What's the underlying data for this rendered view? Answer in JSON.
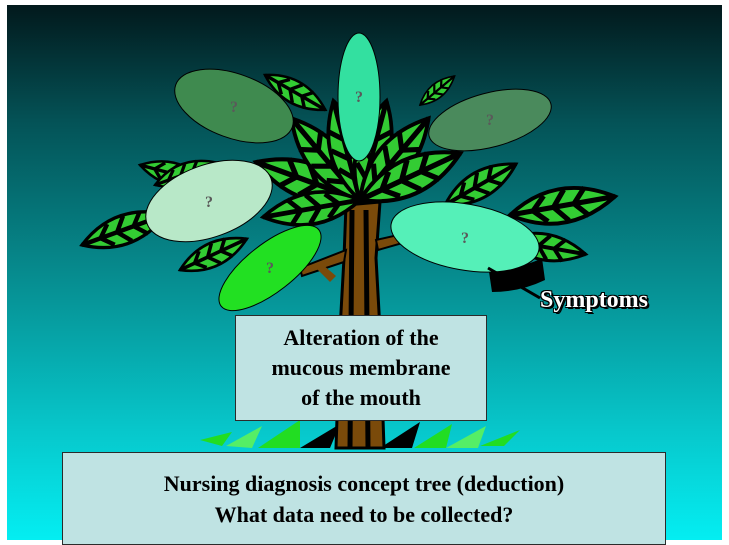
{
  "leaf_labels": {
    "top_left": "?",
    "top_center": "?",
    "top_right": "?",
    "mid_left": "?",
    "lower_left": "?",
    "right": "?"
  },
  "symptoms_label": "Symptoms",
  "center_box": {
    "line1": "Alteration of the",
    "line2": "mucous membrane",
    "line3": "of the mouth"
  },
  "bottom_box": {
    "line1": "Nursing diagnosis concept tree (deduction)",
    "line2": "What data need to be collected?"
  },
  "colors": {
    "leaf_green": "#33cc33",
    "leaf_vein": "#000000",
    "trunk": "#7a4a0a",
    "oval_dark": "#3f8a4f",
    "oval_mint": "#33e0a0",
    "oval_pale": "#b8e8c8",
    "oval_bright": "#22e022",
    "oval_aqua": "#55f0b8"
  }
}
